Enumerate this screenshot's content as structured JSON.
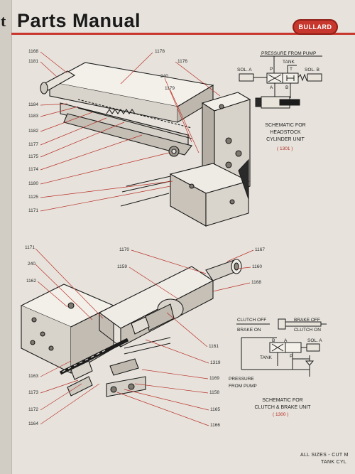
{
  "header": {
    "gutter_letter": "t",
    "title": "Parts Manual",
    "logo_text": "BULLARD"
  },
  "top_figure": {
    "left_callouts": [
      "1168",
      "1181",
      "1184",
      "1183",
      "1182",
      "1177",
      "1175",
      "1174",
      "1180",
      "1125",
      "1171"
    ],
    "top_callouts": [
      "1178",
      "1176",
      "240",
      "1179"
    ]
  },
  "headstock_schematic": {
    "pressure_label": "PRESSURE FROM PUMP",
    "tank_label": "TANK",
    "sol_a": "SOL. A",
    "sol_b": "SOL. B",
    "port_p": "P",
    "port_t": "T",
    "port_a": "A",
    "port_b": "B",
    "caption_line1": "SCHEMATIC FOR",
    "caption_line2": "HEADSTOCK",
    "caption_line3": "CYLINDER UNIT",
    "code": "1301"
  },
  "bottom_figure": {
    "left_callouts": [
      "1171",
      "240",
      "1162",
      "1163",
      "1173",
      "1172",
      "1164"
    ],
    "top_callouts": [
      "1170",
      "1159"
    ],
    "right_callouts": [
      "1167",
      "1160",
      "1168",
      "1161",
      "1319",
      "1169",
      "1158",
      "1165",
      "1166"
    ]
  },
  "clutch_schematic": {
    "clutch_off": "CLUTCH OFF",
    "brake_off": "BRAKE OFF",
    "brake_on": "BRAKE ON",
    "clutch_on": "CLUTCH ON",
    "sol_a": "SOL. A",
    "port_a": "A",
    "port_b": "B",
    "port_p": "P",
    "tank_label": "TANK",
    "pressure_line1": "PRESSURE",
    "pressure_line2": "FROM PUMP",
    "caption_line1": "SCHEMATIC FOR",
    "caption_line2": "CLUTCH & BRAKE UNIT",
    "code": "1300"
  },
  "footer": {
    "line1": "ALL SIZES - CUT M",
    "line2": "TANK CYL"
  }
}
